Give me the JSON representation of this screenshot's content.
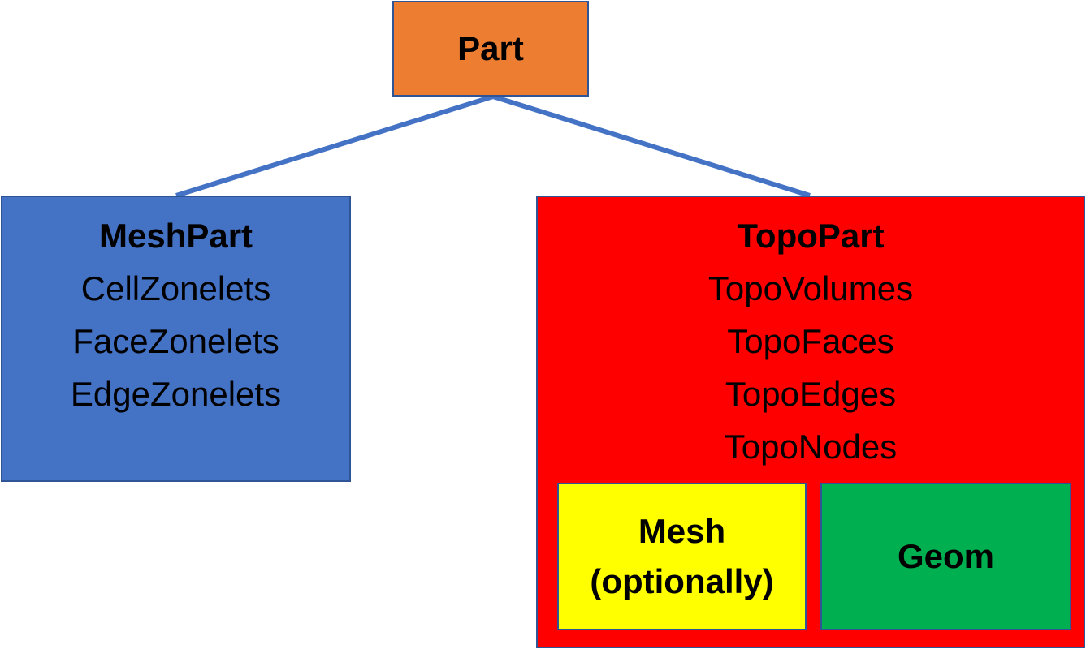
{
  "diagram": {
    "root": {
      "title": "Part",
      "color": "#ed7d31"
    },
    "mesh_part": {
      "title": "MeshPart",
      "color": "#4472c4",
      "items": [
        "CellZonelets",
        "FaceZonelets",
        "EdgeZonelets"
      ]
    },
    "topo_part": {
      "title": "TopoPart",
      "color": "#ff0000",
      "items": [
        "TopoVolumes",
        "TopoFaces",
        "TopoEdges",
        "TopoNodes"
      ],
      "sub_boxes": {
        "mesh": {
          "line1": "Mesh",
          "line2": "(optionally)",
          "color": "#ffff00"
        },
        "geom": {
          "label": "Geom",
          "color": "#00b050"
        }
      }
    },
    "connector_color": "#4472c4",
    "border_color": "#2f5597"
  }
}
